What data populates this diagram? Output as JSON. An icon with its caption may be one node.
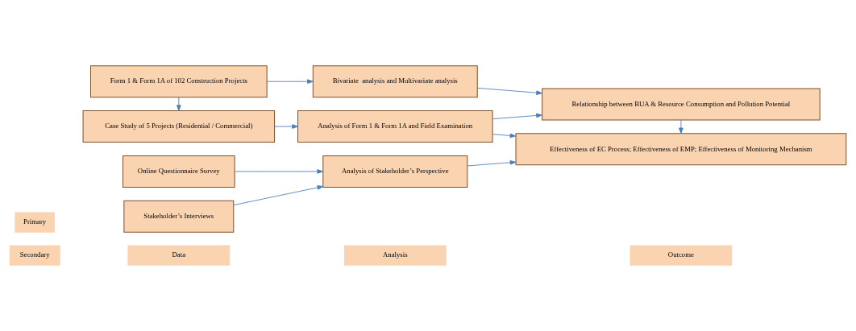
{
  "diagram": {
    "nodes": [
      {
        "text": [
          "Data"
        ]
      },
      {
        "text": [
          "Analysis"
        ]
      },
      {
        "text": [
          "Outcome"
        ]
      },
      {
        "text": [
          "Secondary"
        ]
      },
      {
        "text": [
          "Primary"
        ]
      },
      {
        "text": [
          "Form 1 & Form 1A of 102 Construction Projects"
        ]
      },
      {
        "text": [
          "Case Study of 5 Projects (Residential / Commercial)"
        ]
      },
      {
        "text": [
          "Stakeholder’s Interviews"
        ]
      },
      {
        "text": [
          "Online Questionnaire Survey"
        ]
      },
      {
        "text": [
          "Bivariate  analysis and Multivariate analysis"
        ]
      },
      {
        "text": [
          "Analysis of Form 1 & Form 1A and Field Examination"
        ]
      },
      {
        "text": [
          "Analysis of Stakeholder’s Perspective"
        ]
      },
      {
        "text": [
          "Relationship between BUA & Resource Consumption and Pollution Potential"
        ]
      },
      {
        "text": [
          "Effectiveness of EC Process; Effectiveness of EMP; Effectiveness of Monitoring Mechanism"
        ]
      }
    ],
    "edges": [
      {
        "from": 5,
        "to": 9,
        "arrow": "to"
      },
      {
        "from": 5,
        "to": 6,
        "arrow": "to"
      },
      {
        "from": 6,
        "to": 10,
        "arrow": "to"
      },
      {
        "from": 7,
        "to": 11,
        "arrow": "to"
      },
      {
        "from": 8,
        "to": 11,
        "arrow": "to"
      },
      {
        "from": 9,
        "to": 12,
        "arrow": "to"
      },
      {
        "from": 10,
        "to": 12,
        "arrow": "to"
      },
      {
        "from": 10,
        "to": 13,
        "arrow": "to"
      },
      {
        "from": 11,
        "to": 13,
        "arrow": "to"
      },
      {
        "from": 12,
        "to": 13,
        "arrow": "to"
      }
    ]
  }
}
